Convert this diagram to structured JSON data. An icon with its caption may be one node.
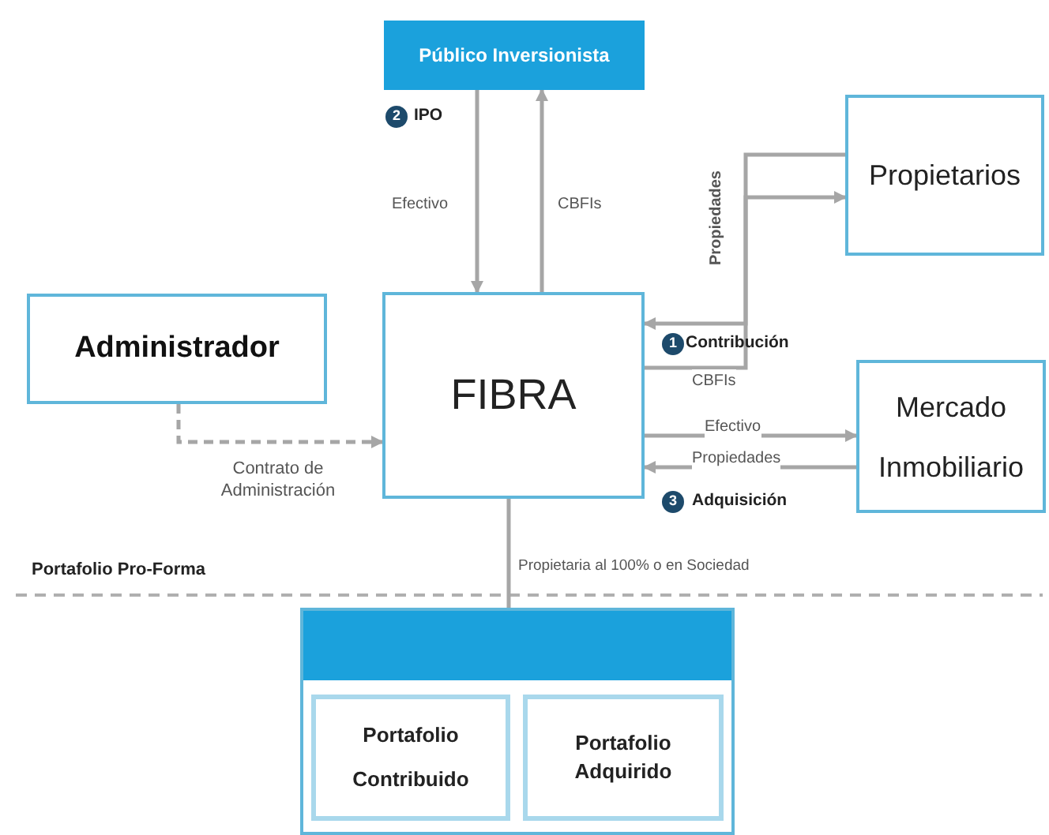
{
  "diagram": {
    "nodes": [
      {
        "text": [
          "Público Inversionista"
        ]
      },
      {
        "text": [
          "Propietarios"
        ]
      },
      {
        "text": [
          "Administrador"
        ]
      },
      {
        "text": [
          "FIBRA"
        ]
      },
      {
        "text": [
          "Mercado Inmobiliario"
        ]
      },
      {
        "text": [],
        "shape": "box"
      },
      {
        "text": [
          "Portafolio Contribuido"
        ],
        "in": 5
      },
      {
        "text": [
          "Portafolio Adquirido"
        ],
        "in": 5
      }
    ],
    "edges": [
      {
        "from": 0,
        "to": 3,
        "arrow": "to",
        "label": "Efectivo"
      },
      {
        "from": 3,
        "to": 0,
        "arrow": "to",
        "label": "CBFIs"
      },
      {
        "from": 1,
        "to": 3,
        "arrow": "to",
        "label": "Propiedades"
      },
      {
        "from": 3,
        "to": 1,
        "arrow": "to",
        "label": "CBFIs"
      },
      {
        "from": 2,
        "to": 3,
        "arrow": "to",
        "label": "Contrato de Administración",
        "style": "dashed"
      },
      {
        "from": 3,
        "to": 4,
        "arrow": "to",
        "label": "Efectivo"
      },
      {
        "from": 4,
        "to": 3,
        "arrow": "to",
        "label": "Propiedades"
      },
      {
        "from": 3,
        "to": 5,
        "arrow": "none",
        "label": "Propietaria al 100% o en Sociedad"
      }
    ],
    "labels": [
      "2",
      "IPO",
      "1",
      "Contribución",
      "3",
      "Adquisición",
      "Portafolio Pro-Forma"
    ]
  }
}
